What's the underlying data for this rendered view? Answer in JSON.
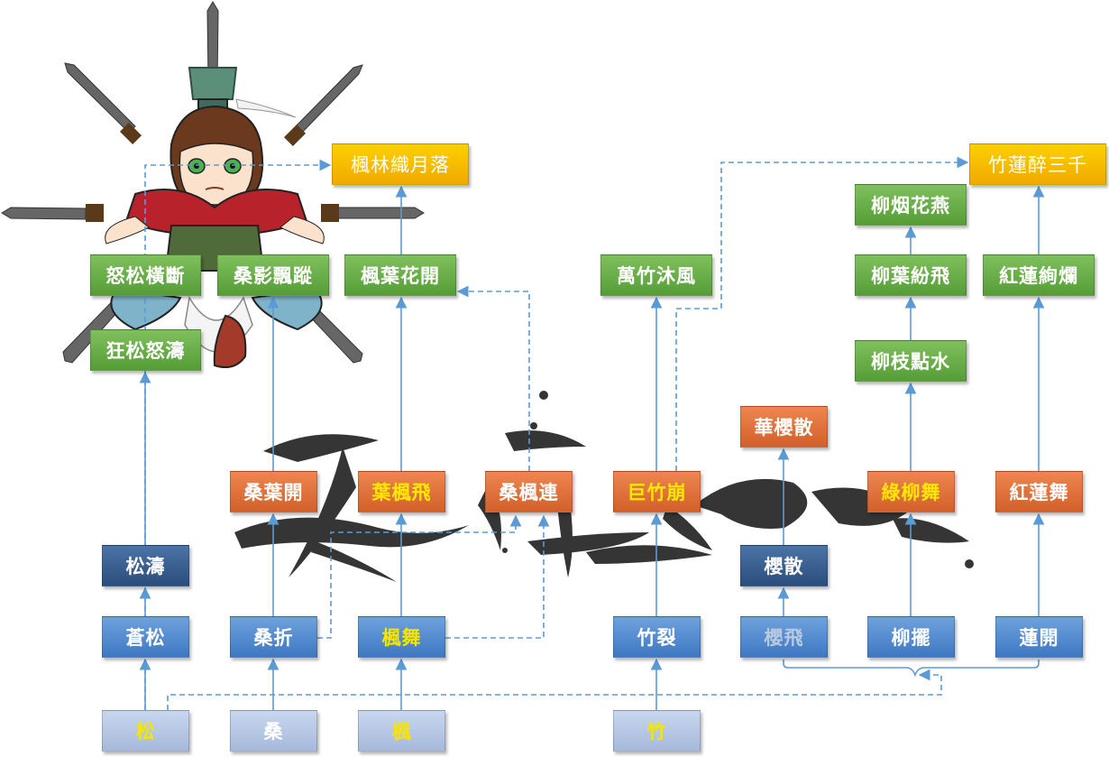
{
  "row_base": [
    "松",
    "桑",
    "楓",
    "竹"
  ],
  "row_2": [
    "蒼松",
    "桑折",
    "楓舞",
    "竹裂",
    "櫻飛",
    "柳擺",
    "蓮開"
  ],
  "row_3": [
    "松濤",
    "櫻散"
  ],
  "row_4": [
    "桑葉開",
    "葉楓飛",
    "桑楓連",
    "巨竹崩",
    "華櫻散",
    "綠柳舞",
    "紅蓮舞"
  ],
  "row_5": [
    "狂松怒濤",
    "柳枝點水"
  ],
  "row_6": [
    "怒松橫斷",
    "桑影飄蹤",
    "楓葉花開",
    "萬竹沐風",
    "柳葉紛飛",
    "紅蓮絢爛"
  ],
  "row_7": [
    "柳烟花燕"
  ],
  "row_8": [
    "楓林織月落",
    "竹蓮醉三千"
  ],
  "colors": {
    "arrow": "#5b9bd5",
    "pale_node": "#a5b9db",
    "blue_node": "#4a86cf",
    "navy_node": "#2b4d7b",
    "orange_node": "#dd6a35",
    "green_node": "#5ea640",
    "gold_node": "#f6bb00",
    "yellow_text": "#f7e400"
  }
}
